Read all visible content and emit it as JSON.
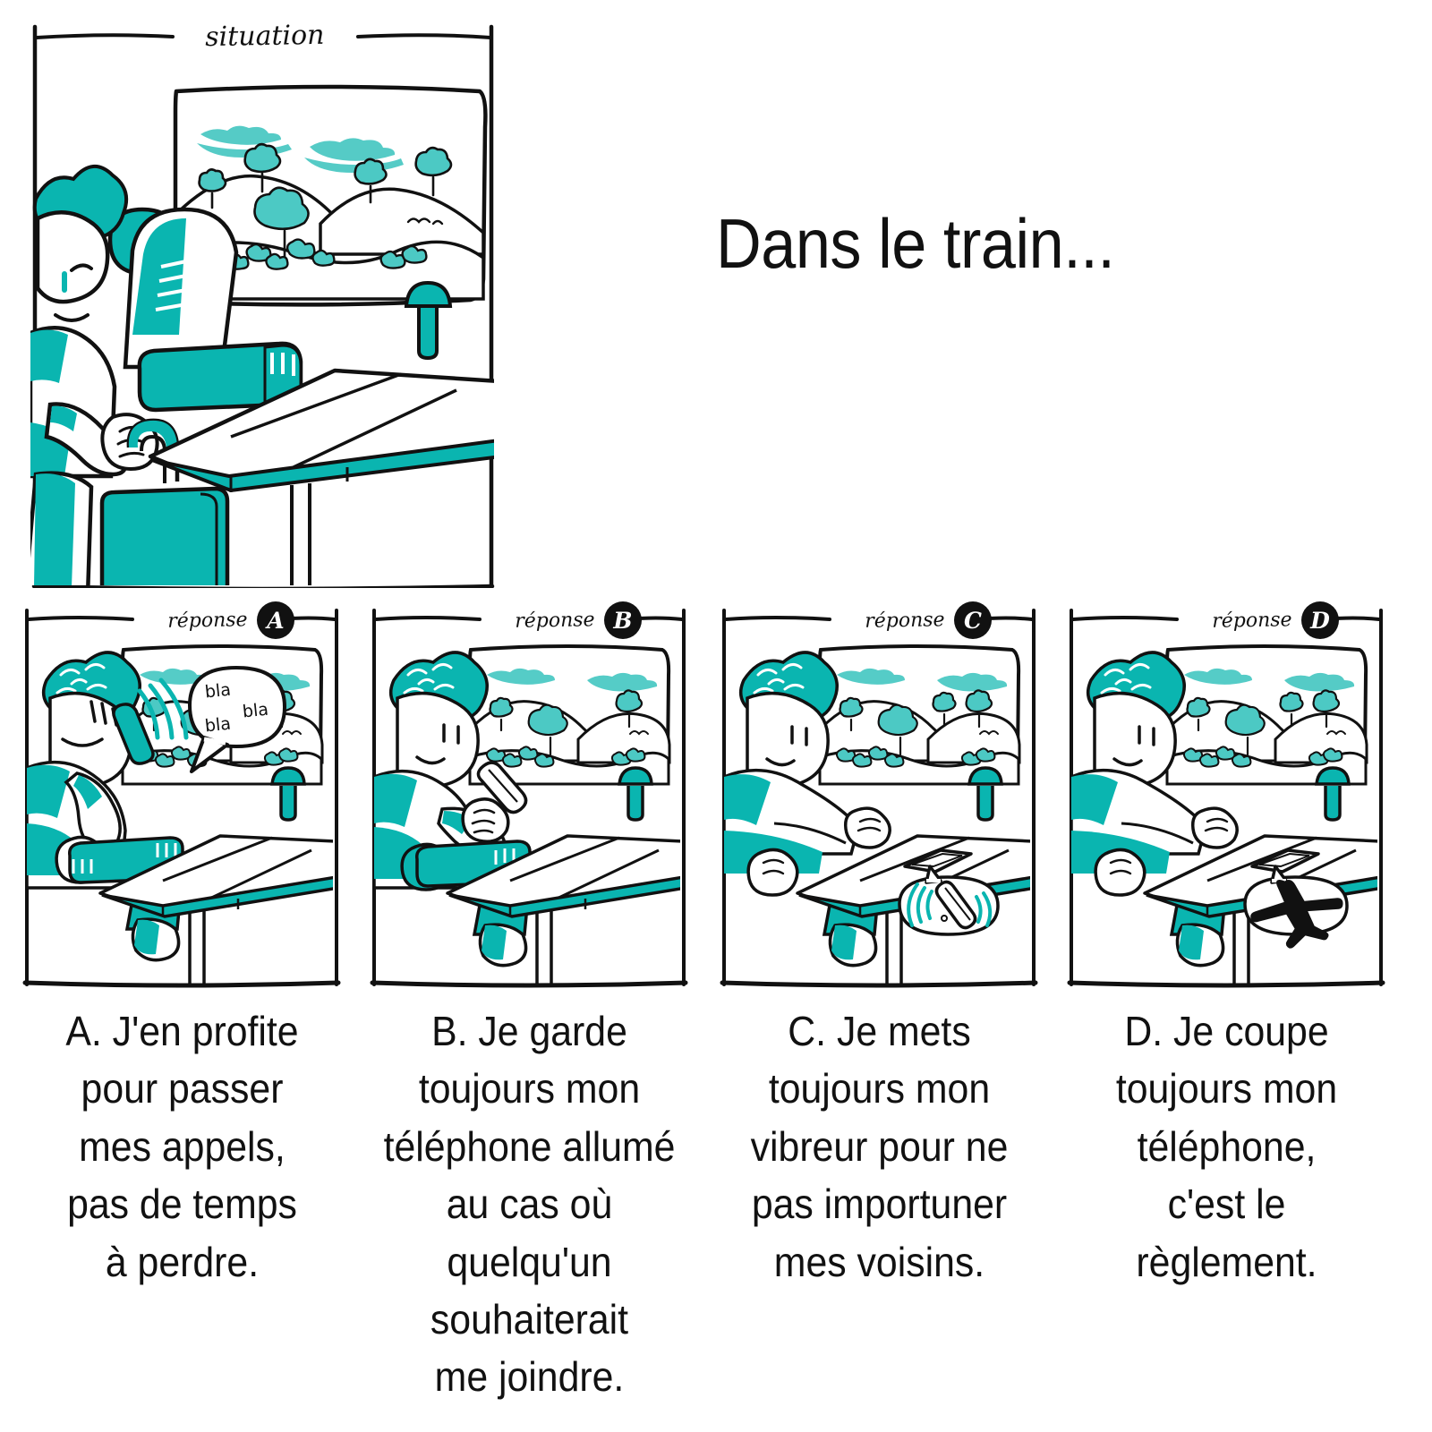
{
  "heading": {
    "title": "Dans le train..."
  },
  "situation": {
    "label": "situation",
    "scene": {
      "description": "person seated in train with bag, table and window landscape",
      "elements": [
        "passenger",
        "seat",
        "window",
        "landscape",
        "table",
        "lamp",
        "bag"
      ]
    }
  },
  "colors": {
    "teal": "#0AB5B0",
    "ink": "#111111",
    "paper": "#FFFFFF"
  },
  "answers": [
    {
      "key": "A",
      "header_label": "réponse",
      "badge": "A",
      "speech_bubble": [
        "bla",
        "bla",
        "bla"
      ],
      "caption_lines": [
        "A. J'en profite",
        "pour passer",
        "mes appels,",
        "pas de temps",
        "à perdre."
      ]
    },
    {
      "key": "B",
      "header_label": "réponse",
      "badge": "B",
      "speech_bubble": [],
      "caption_lines": [
        "B. Je garde",
        "toujours mon",
        "téléphone allumé",
        "au cas où",
        "quelqu'un",
        "souhaiterait",
        "me joindre."
      ]
    },
    {
      "key": "C",
      "header_label": "réponse",
      "badge": "C",
      "speech_bubble": [],
      "caption_lines": [
        "C. Je mets",
        "toujours mon",
        "vibreur pour ne",
        "pas importuner",
        "mes voisins."
      ]
    },
    {
      "key": "D",
      "header_label": "réponse",
      "badge": "D",
      "speech_bubble": [],
      "caption_lines": [
        "D. Je coupe",
        "toujours mon",
        "téléphone,",
        "c'est le",
        "règlement."
      ]
    }
  ]
}
